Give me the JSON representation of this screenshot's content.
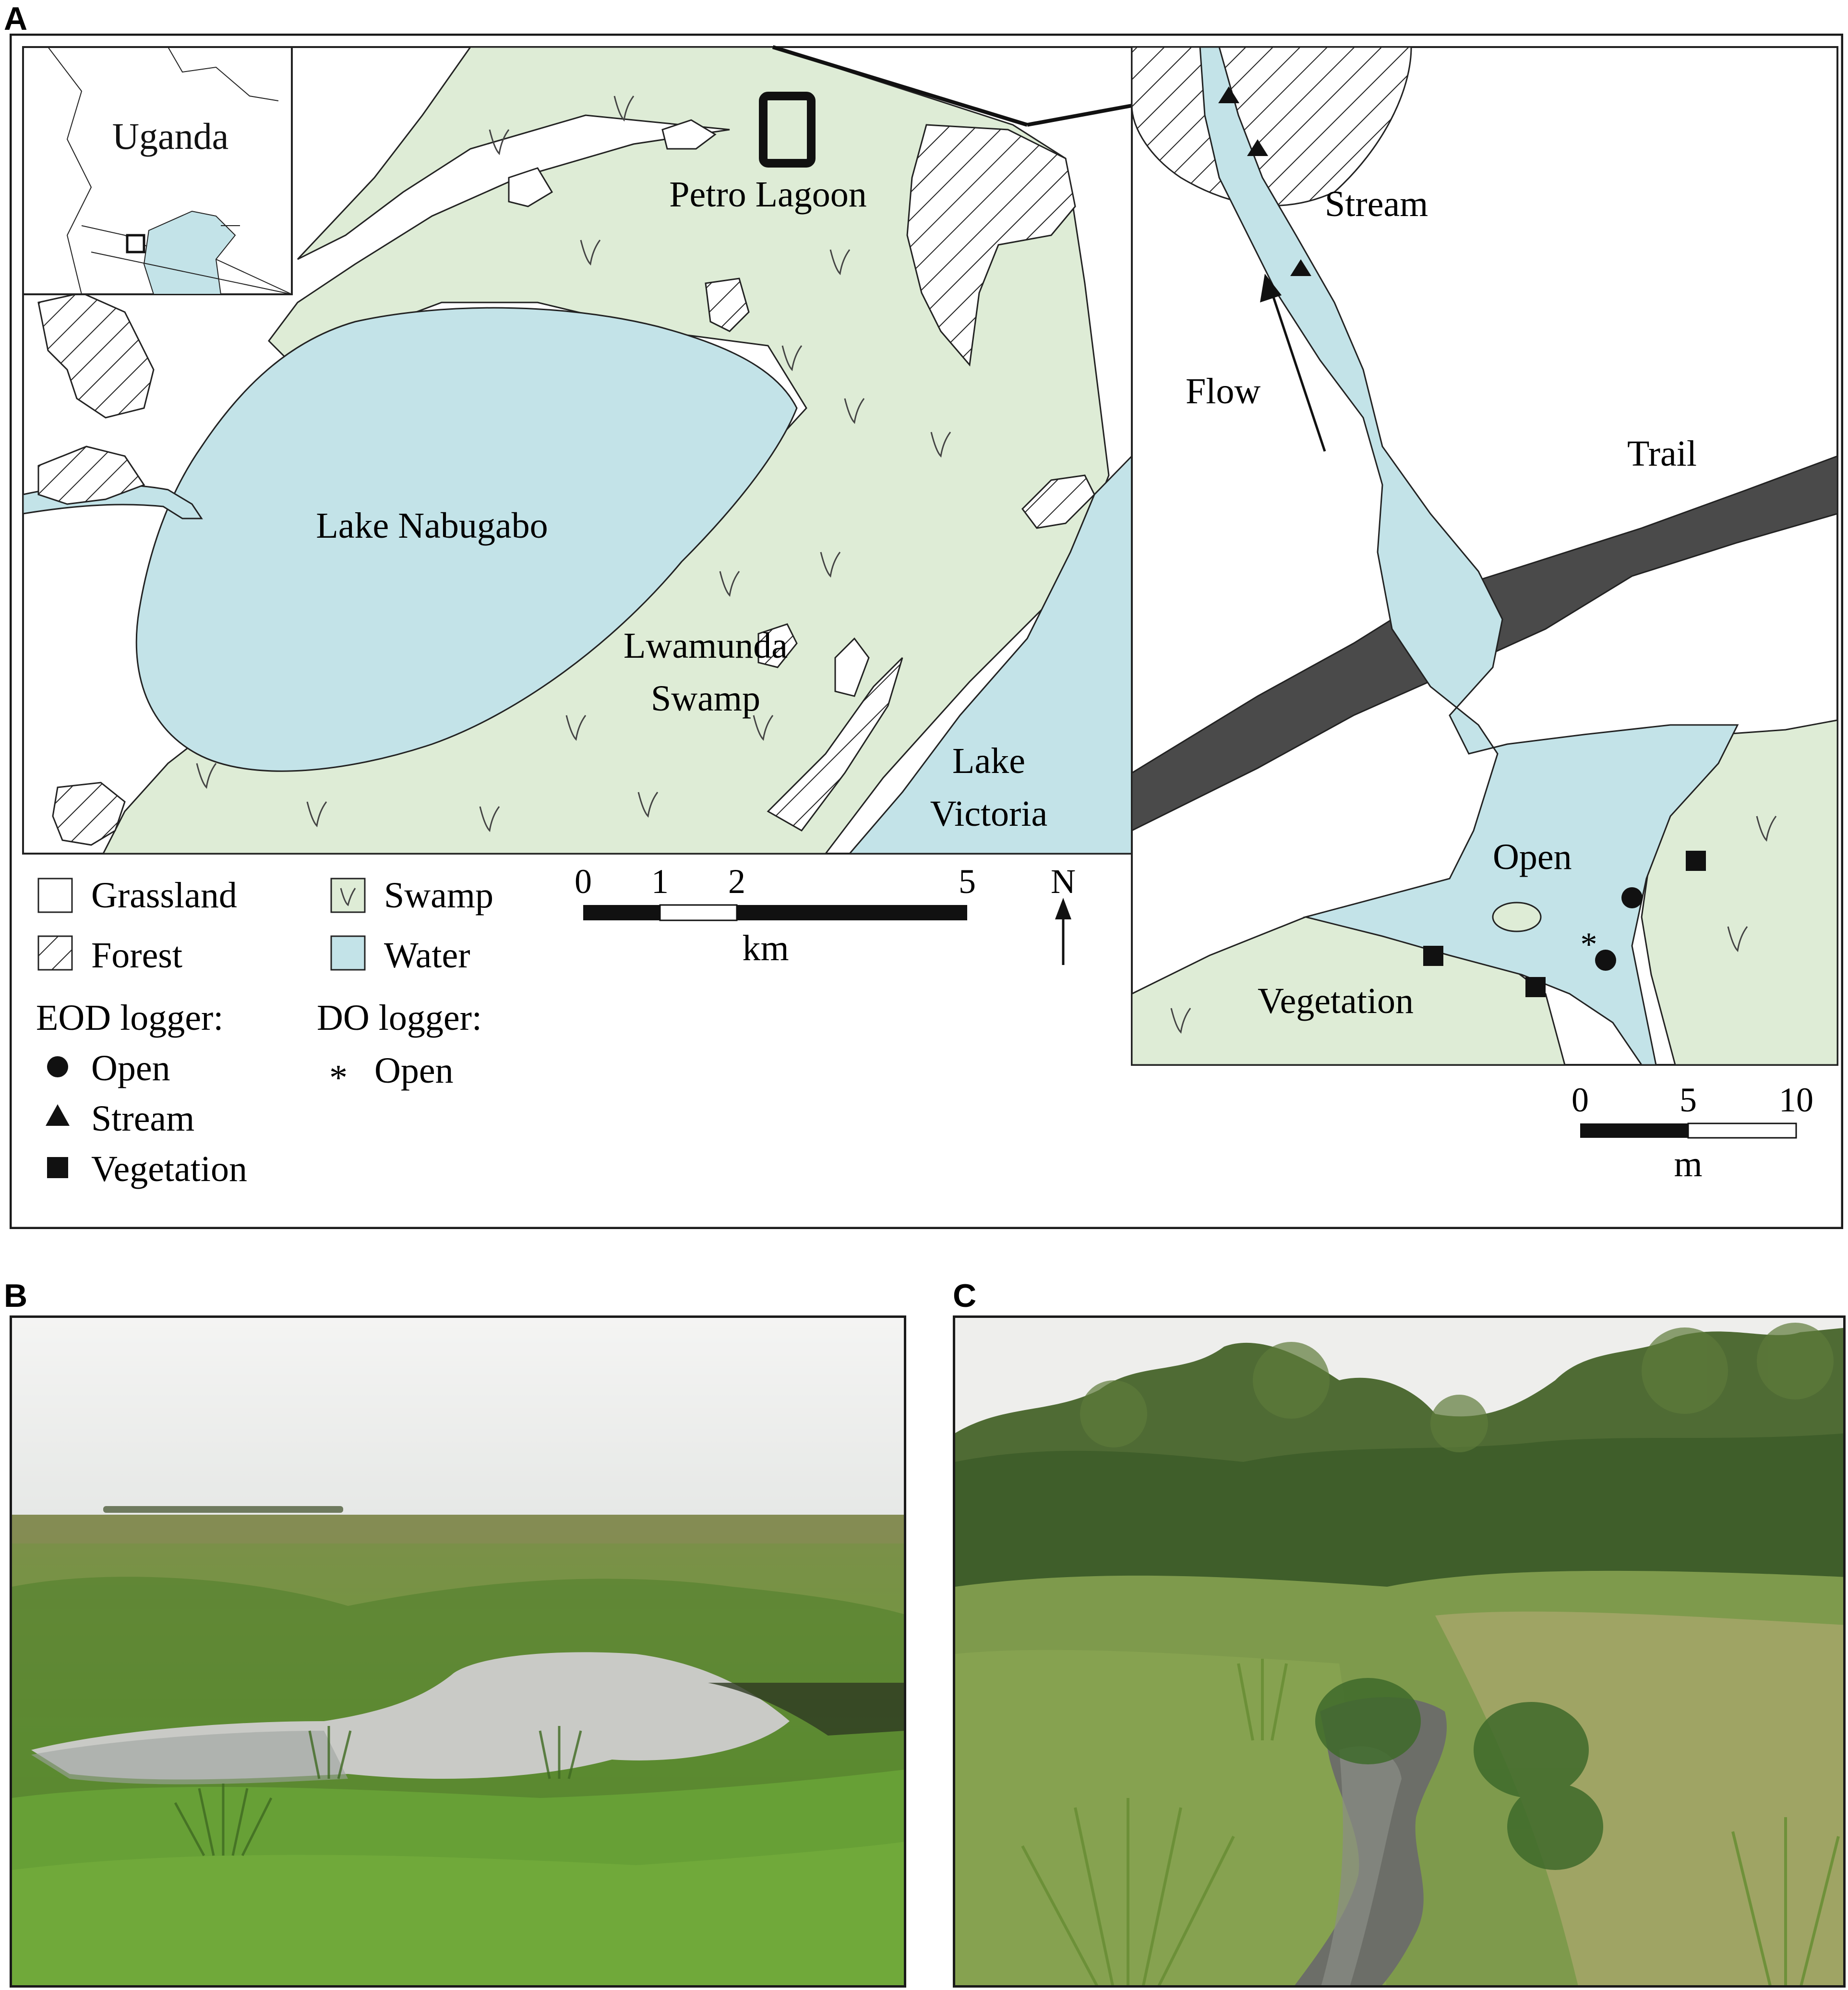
{
  "panels": {
    "a": "A",
    "b": "B",
    "c": "C"
  },
  "inset": {
    "country_label": "Uganda"
  },
  "map_labels": {
    "petro_lagoon": "Petro Lagoon",
    "lake_nabugabo": "Lake Nabugabo",
    "lwamunda_line1": "Lwamunda",
    "lwamunda_line2": "Swamp",
    "lake_victoria_line1": "Lake",
    "lake_victoria_line2": "Victoria"
  },
  "detail_labels": {
    "stream": "Stream",
    "flow": "Flow",
    "trail": "Trail",
    "open": "Open",
    "vegetation": "Vegetation"
  },
  "legend": {
    "grassland": "Grassland",
    "forest": "Forest",
    "swamp": "Swamp",
    "water": "Water",
    "eod_title": "EOD logger:",
    "eod_open": "Open",
    "eod_stream": "Stream",
    "eod_vegetation": "Vegetation",
    "do_title": "DO logger:",
    "do_open": "Open",
    "do_symbol": "*"
  },
  "scalebar_km": {
    "ticks": [
      "0",
      "1",
      "2",
      "5"
    ],
    "unit": "km"
  },
  "north_arrow": {
    "label": "N"
  },
  "scalebar_m": {
    "ticks": [
      "0",
      "5",
      "10"
    ],
    "unit": "m"
  },
  "colors": {
    "swamp": "#deecd6",
    "water": "#c3e3e8",
    "trail": "#4a4a4a",
    "outline": "#222222"
  }
}
